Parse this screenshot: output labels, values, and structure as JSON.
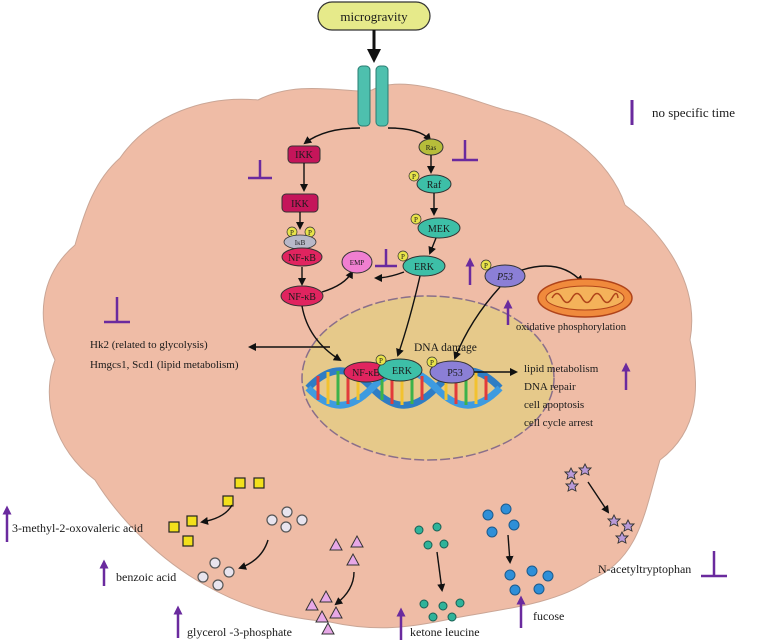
{
  "legend": {
    "label": "no specific time",
    "color": "#6a2a9e"
  },
  "stimulus": {
    "label": "microgravity",
    "fill": "#e6ea8a"
  },
  "colors": {
    "cell_fill": "#efbca6",
    "nucleus_fill": "#e6c98a",
    "marker_purple": "#6a2a9e",
    "ikk_pink": "#e0245f",
    "erk_teal": "#3dbfa7",
    "p53_violet": "#8b7fd6",
    "phospho_yellow": "#e8e34a",
    "emp_pink": "#f07fd1"
  },
  "nodes": {
    "ikk_top": "IKK",
    "ikk_bottom": "IKK",
    "ikb": "IκB",
    "nfkb_1": "NF-κB",
    "nfkb_2": "NF-κB",
    "nfkb_nuclear": "NF-κB",
    "ras": "Ras",
    "raf": "Raf",
    "mek": "MEK",
    "erk": "ERK",
    "erk_nuclear": "ERK",
    "p53": "P53",
    "p53_nuclear": "P53",
    "emp": "EMP",
    "phospho": "P"
  },
  "labels": {
    "dna_damage": "DNA damage",
    "oxphos": "oxidative phosphorylation",
    "glycolysis": "Hk2 (related to glycolysis)",
    "lipid_genes": "Hmgcs1, Scd1 (lipid metabolism)",
    "outcomes": [
      "lipid metabolism",
      "DNA repair",
      "cell apoptosis",
      "cell cycle arrest"
    ]
  },
  "metabolites": {
    "oxovaleric": "3-methyl-2-oxovaleric acid",
    "benzoic": "benzoic acid",
    "glycerol": "glycerol -3-phosphate",
    "ketone": "ketone leucine",
    "fucose": "fucose",
    "acetyltryptophan": "N-acetyltryptophan"
  }
}
